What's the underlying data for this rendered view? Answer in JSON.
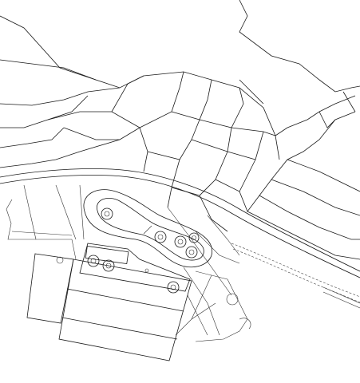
{
  "drawing": {
    "colors": {
      "line": "#1a1a1a",
      "background": "#ffffff",
      "hatch": "#222222"
    },
    "layers": [
      "terrain-contours",
      "road",
      "railway",
      "site-paths",
      "curved-building",
      "roof-hatched-blocks",
      "trees"
    ]
  }
}
